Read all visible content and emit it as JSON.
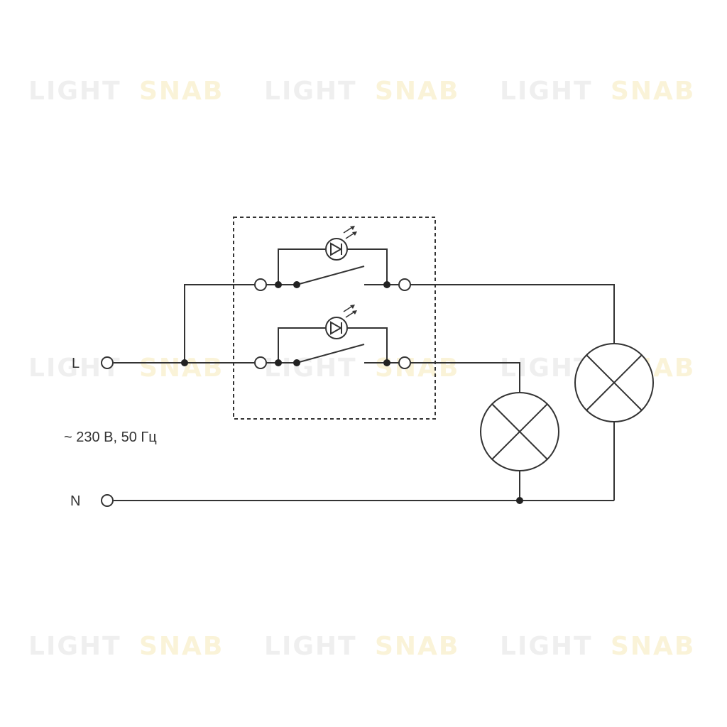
{
  "watermark": {
    "part1": "LIGHT",
    "part2": "SNAB"
  },
  "labels": {
    "line": "L",
    "neutral": "N",
    "supply": "~ 230 В, 50 Гц"
  },
  "colors": {
    "wire": "#333333",
    "watermark_grey": "#efefef",
    "watermark_yellow": "#faf3d8"
  }
}
